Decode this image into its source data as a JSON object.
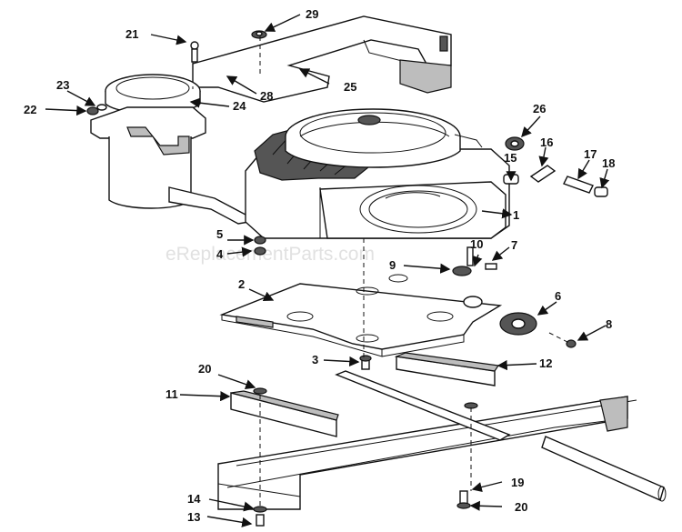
{
  "watermark": "eReplacementParts.com",
  "callouts": {
    "c1": "1",
    "c2": "2",
    "c3": "3",
    "c4": "4",
    "c5": "5",
    "c6": "6",
    "c7": "7",
    "c8": "8",
    "c9": "9",
    "c10": "10",
    "c11": "11",
    "c12": "12",
    "c13": "13",
    "c14": "14",
    "c15": "15",
    "c16": "16",
    "c17": "17",
    "c18": "18",
    "c19": "19",
    "c20a": "20",
    "c20b": "20",
    "c21": "21",
    "c22": "22",
    "c23": "23",
    "c24": "24",
    "c25": "25",
    "c26": "26",
    "c28": "28",
    "c29": "29"
  }
}
